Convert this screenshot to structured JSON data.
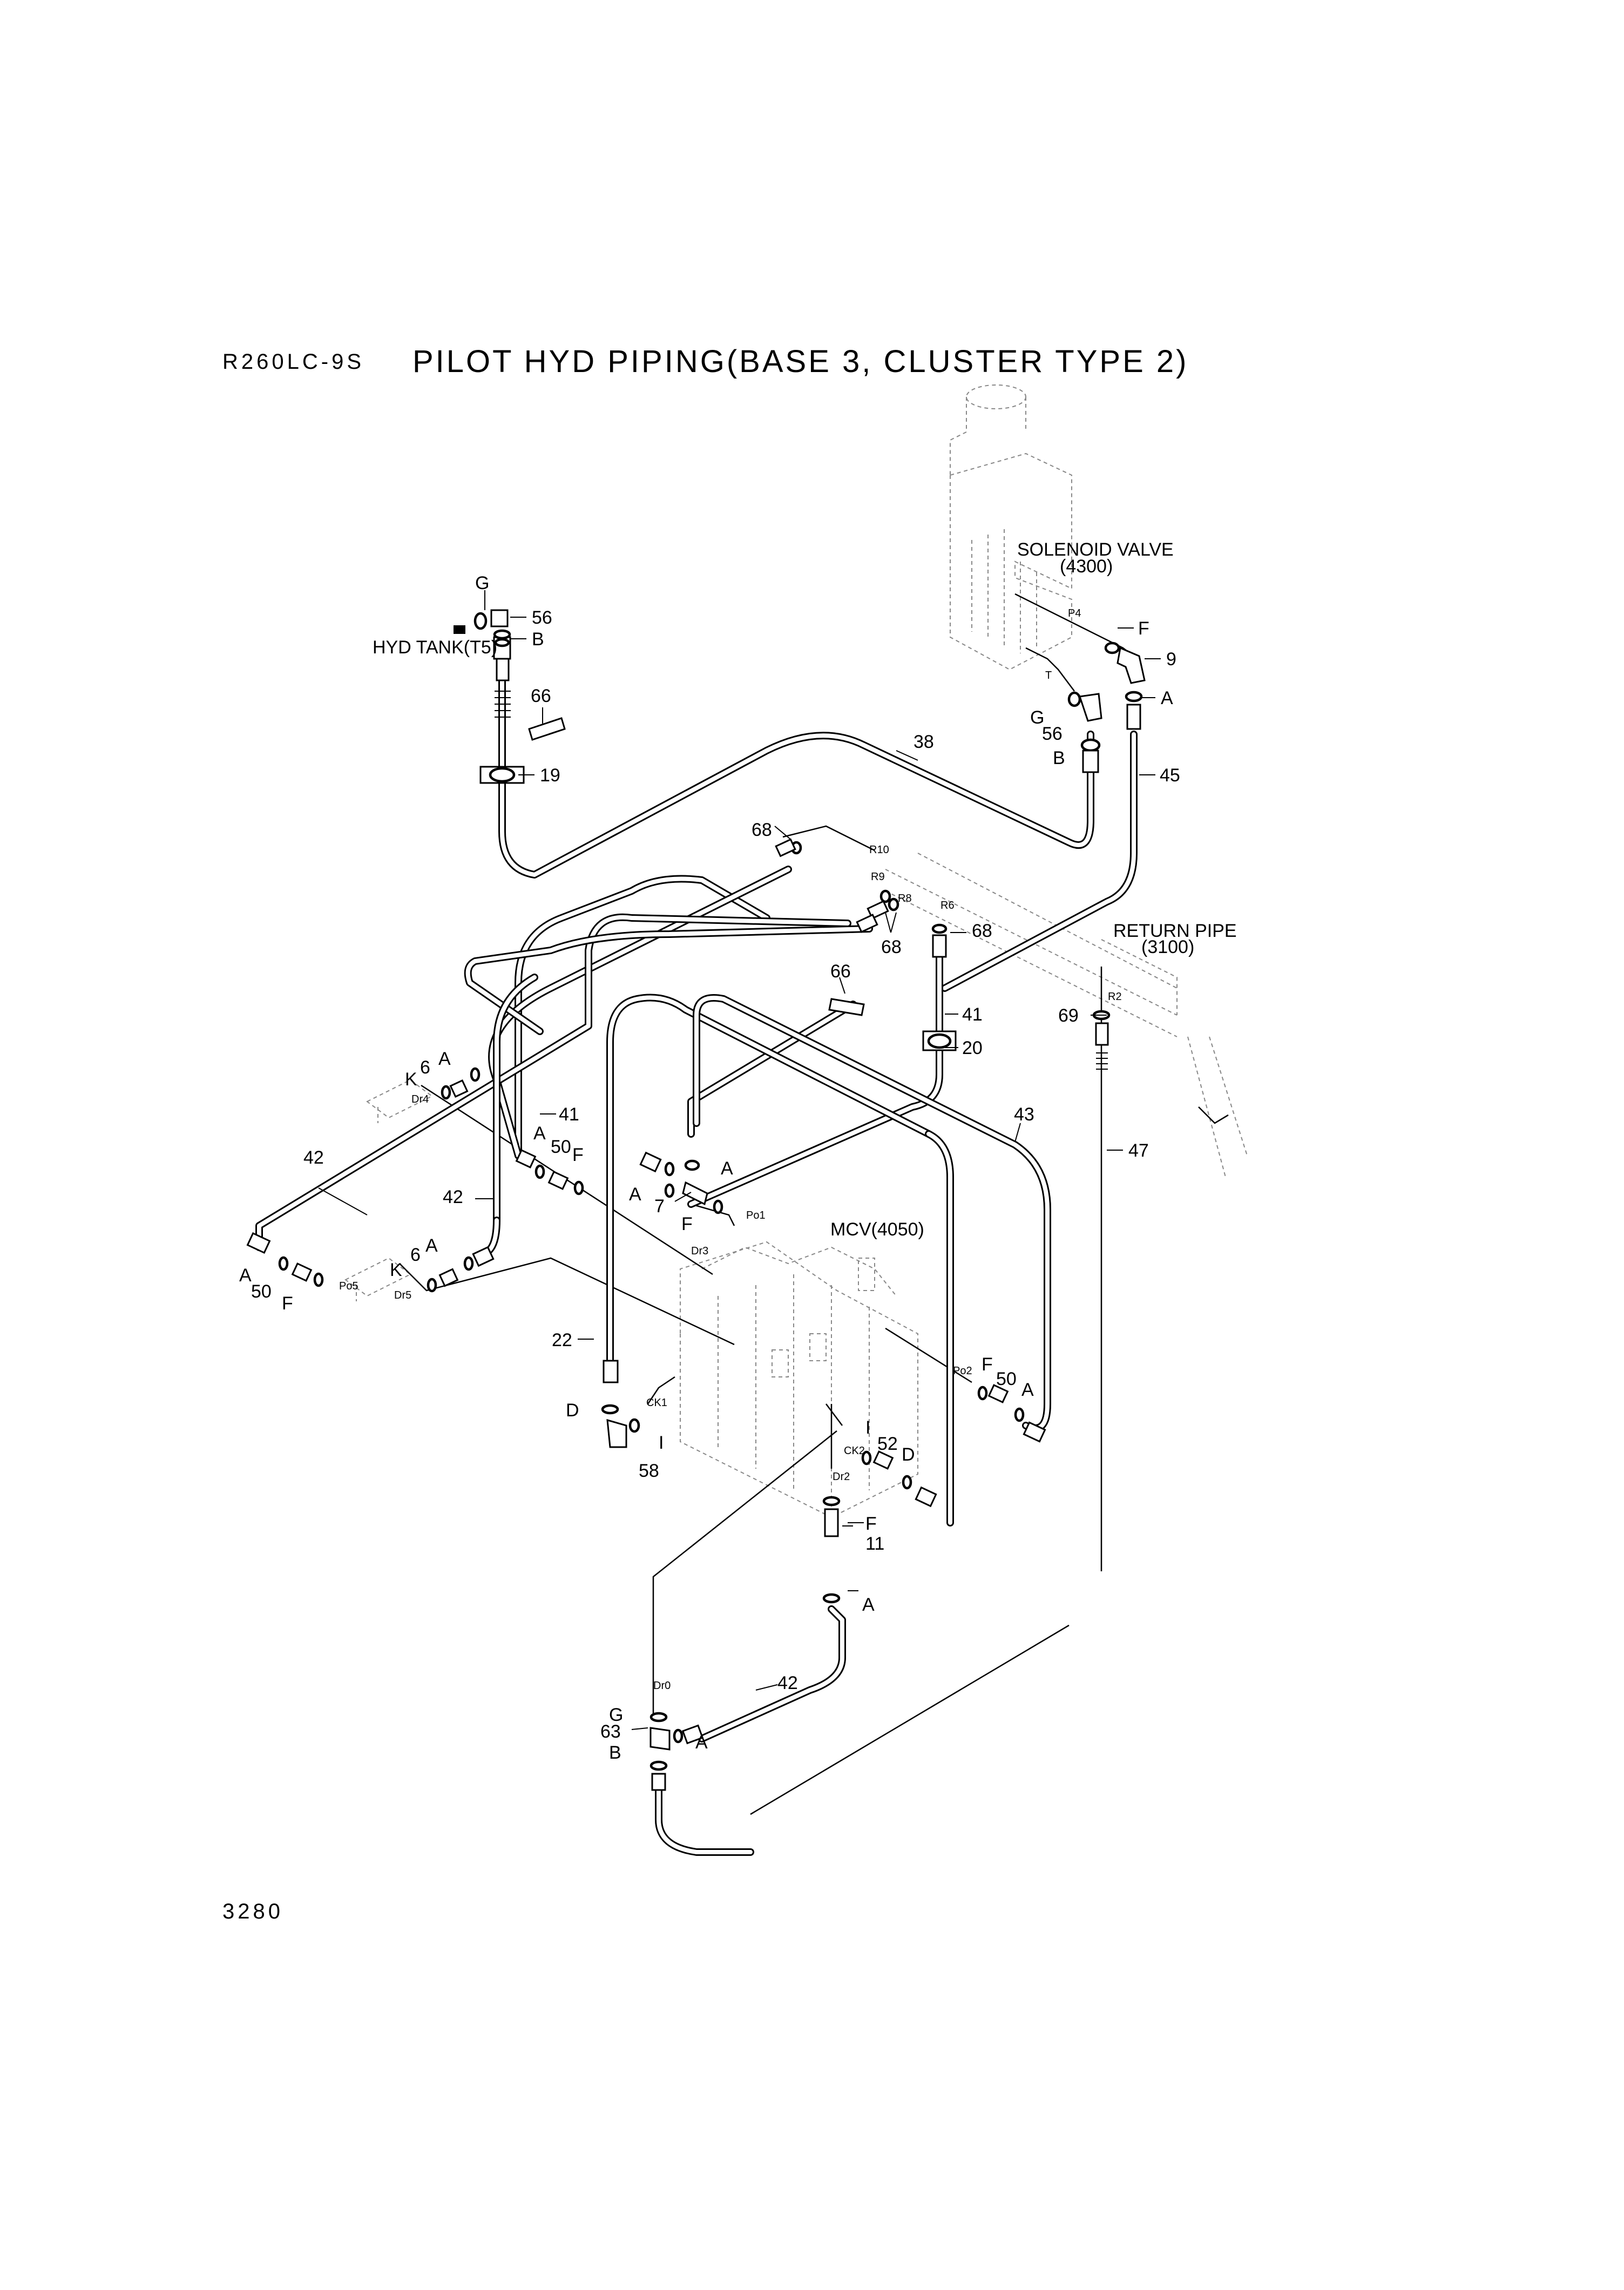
{
  "header": {
    "model": "R260LC-9S",
    "title": "PILOT HYD PIPING(BASE 3, CLUSTER TYPE 2)",
    "page_number": "3280"
  },
  "components": {
    "solenoid_valve": "SOLENOID VALVE",
    "solenoid_valve_code": "(4300)",
    "hyd_tank": "HYD TANK(T5)",
    "return_pipe": "RETURN PIPE",
    "return_pipe_code": "(3100)",
    "mcv": "MCV(4050)"
  },
  "ports": {
    "p4": "P4",
    "t": "T",
    "r10": "R10",
    "r9": "R9",
    "r8": "R8",
    "r6": "R6",
    "r2": "R2",
    "dr4": "Dr4",
    "dr3": "Dr3",
    "dr5": "Dr5",
    "dr2": "Dr2",
    "dr0": "Dr0",
    "po1": "Po1",
    "po2": "Po2",
    "po5": "Po5",
    "ck1": "CK1",
    "ck2": "CK2"
  },
  "callouts": {
    "g": "G",
    "b": "B",
    "a": "A",
    "f": "F",
    "k": "K",
    "d": "D",
    "i": "I",
    "n6": "6",
    "n7": "7",
    "n9": "9",
    "n11": "11",
    "n19": "19",
    "n20": "20",
    "n22": "22",
    "n38": "38",
    "n41": "41",
    "n42": "42",
    "n43": "43",
    "n45": "45",
    "n47": "47",
    "n50": "50",
    "n52": "52",
    "n56": "56",
    "n58": "58",
    "n63": "63",
    "n66": "66",
    "n68": "68",
    "n69": "69"
  }
}
